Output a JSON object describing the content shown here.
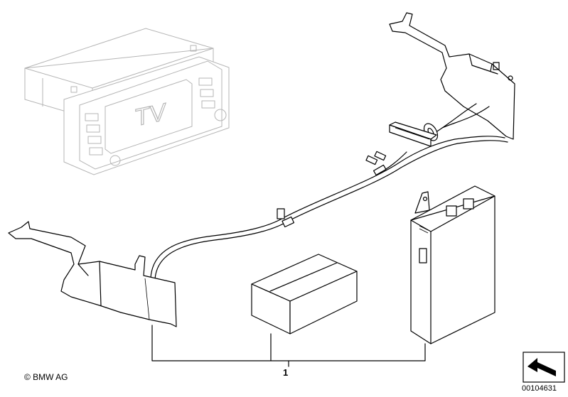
{
  "diagram": {
    "callout_number": "1",
    "copyright": "© BMW AG",
    "document_id": "00104631",
    "tv_label": "TV"
  },
  "colors": {
    "line": "#000000",
    "shadow_part": "#b5b5b5",
    "background": "#ffffff"
  },
  "icons": {
    "corner_icon": "arrow-icon"
  }
}
